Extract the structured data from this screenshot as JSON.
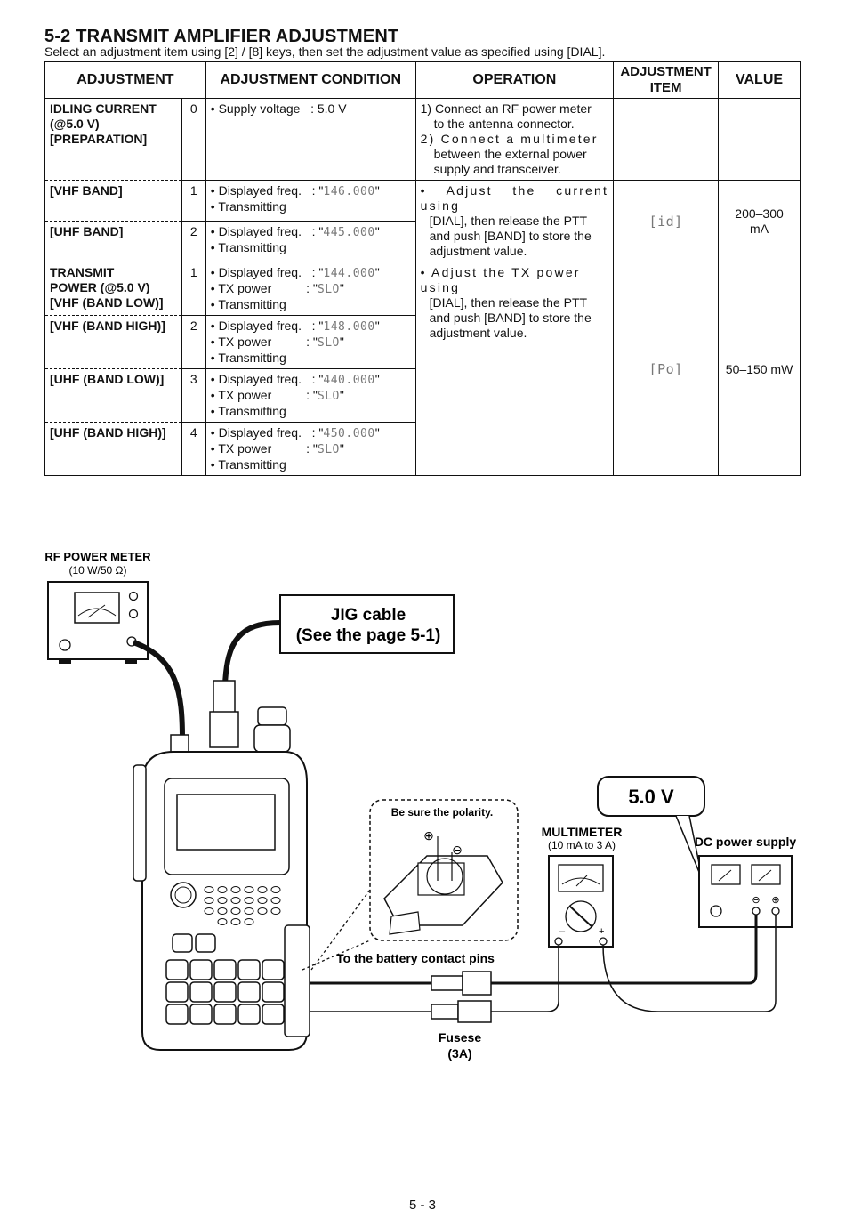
{
  "section_title": "5-2 TRANSMIT AMPLIFIER ADJUSTMENT",
  "instruction": "Select an adjustment item using [2] / [8] keys, then set the adjustment value as specified using [DIAL].",
  "table": {
    "headers": {
      "adjustment": "ADJUSTMENT",
      "condition": "ADJUSTMENT CONDITION",
      "operation": "OPERATION",
      "item_line1": "ADJUSTMENT",
      "item_line2": "ITEM",
      "value": "VALUE"
    },
    "idling": {
      "name": [
        "IDLING CURRENT",
        "(@5.0 V)",
        "[PREPARATION]"
      ],
      "no": "0",
      "condition": "• Supply voltage   : 5.0 V",
      "operation": [
        "1) Connect an RF power meter",
        "to the antenna connector.",
        "2) Connect a multimeter",
        "between the external power",
        "supply and transceiver."
      ],
      "item": "–",
      "value": "–"
    },
    "vhf_band": {
      "name": "[VHF BAND]",
      "no": "1",
      "cond1": "• Displayed freq.   : \"",
      "freq": "146.000",
      "cond_end": "\"",
      "cond2": "• Transmitting"
    },
    "uhf_band": {
      "name": "[UHF BAND]",
      "no": "2",
      "cond1": "• Displayed freq.   : \"",
      "freq": "445.000",
      "cond_end": "\"",
      "cond2": "• Transmitting"
    },
    "idle_operation": [
      "• Adjust the current using",
      "[DIAL], then release the PTT",
      "and push [BAND] to store the",
      "adjustment value."
    ],
    "idle_item": "[id]",
    "idle_value": [
      "200–300",
      "mA"
    ],
    "tx_rows": [
      {
        "name": [
          "TRANSMIT",
          "POWER (@5.0 V)",
          "[VHF (BAND LOW)]"
        ],
        "no": "1",
        "freq": "144.000",
        "power": "SLO"
      },
      {
        "name": [
          "[VHF (BAND HIGH)]"
        ],
        "no": "2",
        "freq": "148.000",
        "power": "SLO"
      },
      {
        "name": [
          "[UHF (BAND LOW)]"
        ],
        "no": "3",
        "freq": "440.000",
        "power": "SLO"
      },
      {
        "name": [
          "[UHF (BAND HIGH)]"
        ],
        "no": "4",
        "freq": "450.000",
        "power": "SLO"
      }
    ],
    "tx_labels": {
      "freq": "• Displayed freq.   : \"",
      "power": "• TX power          : \"",
      "quote": "\"",
      "transmitting": "• Transmitting"
    },
    "tx_operation": [
      "• Adjust the TX power using",
      "[DIAL], then release the PTT",
      "and push [BAND] to store the",
      "adjustment value."
    ],
    "tx_item": "[Po]",
    "tx_value": "50–150 mW"
  },
  "diagram": {
    "rf_meter_title": "RF POWER METER",
    "rf_meter_spec": "(10 W/50 Ω)",
    "jig_line1": "JIG cable",
    "jig_line2": "(See the page 5-1)",
    "voltage": "5.0 V",
    "polarity_note": "Be sure the polarity.",
    "multimeter_title": "MULTIMETER",
    "multimeter_spec": "(10 mA to 3 A)",
    "dc_supply": "DC power supply",
    "battery_pins": "To the battery contact pins",
    "fuse_line1": "Fusese",
    "fuse_line2": "(3A)",
    "minus": "–",
    "plus": "+"
  },
  "page_number": "5 - 3"
}
